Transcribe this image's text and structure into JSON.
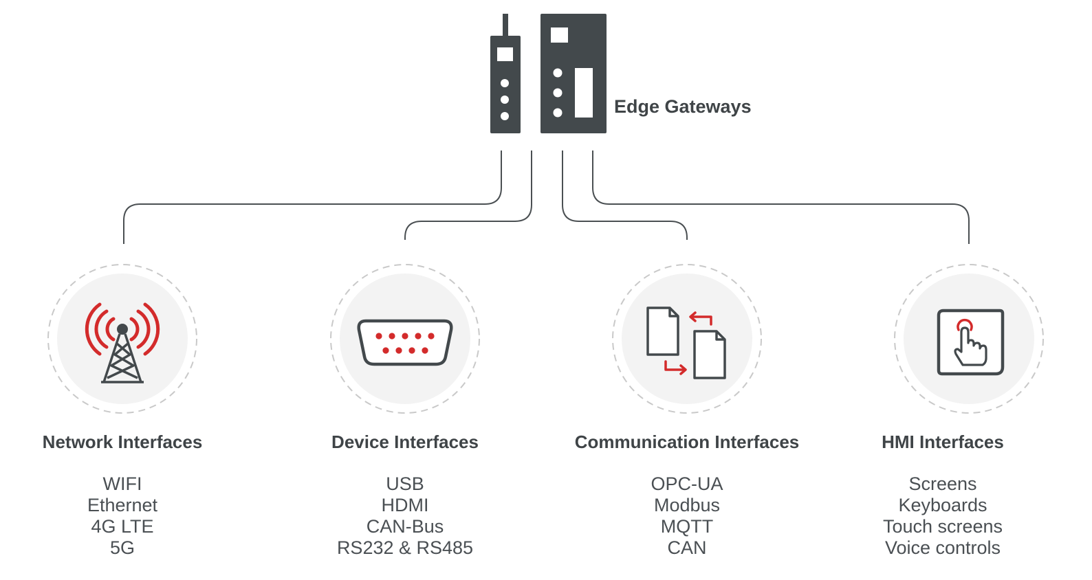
{
  "gateway": {
    "label": "Edge Gateways"
  },
  "colors": {
    "dark": "#43494c",
    "accent_red": "#d32b2b",
    "connector_line": "#4a4f52",
    "circle_fill": "#f3f3f3",
    "circle_dash": "#c9c9c9"
  },
  "categories": [
    {
      "title": "Network Interfaces",
      "icon": "antenna-tower-icon",
      "items": [
        "WIFI",
        "Ethernet",
        "4G LTE",
        "5G"
      ]
    },
    {
      "title": "Device Interfaces",
      "icon": "serial-port-icon",
      "items": [
        "USB",
        "HDMI",
        "CAN-Bus",
        "RS232 & RS485"
      ]
    },
    {
      "title": "Communication Interfaces",
      "icon": "document-exchange-icon",
      "items": [
        "OPC-UA",
        "Modbus",
        "MQTT",
        "CAN"
      ]
    },
    {
      "title": "HMI Interfaces",
      "icon": "touch-screen-icon",
      "items": [
        "Screens",
        "Keyboards",
        "Touch screens",
        "Voice controls"
      ]
    }
  ]
}
